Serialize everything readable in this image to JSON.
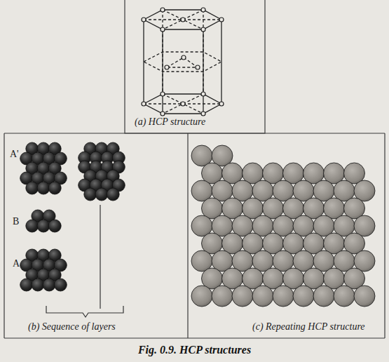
{
  "diagram": {
    "caption": "Fig. 0.9. HCP structures",
    "labels": [
      "(a) HCP structure",
      "A'",
      "B",
      "A",
      "(b) Sequence of layers",
      "(c) Repeating HCP structure"
    ]
  }
}
